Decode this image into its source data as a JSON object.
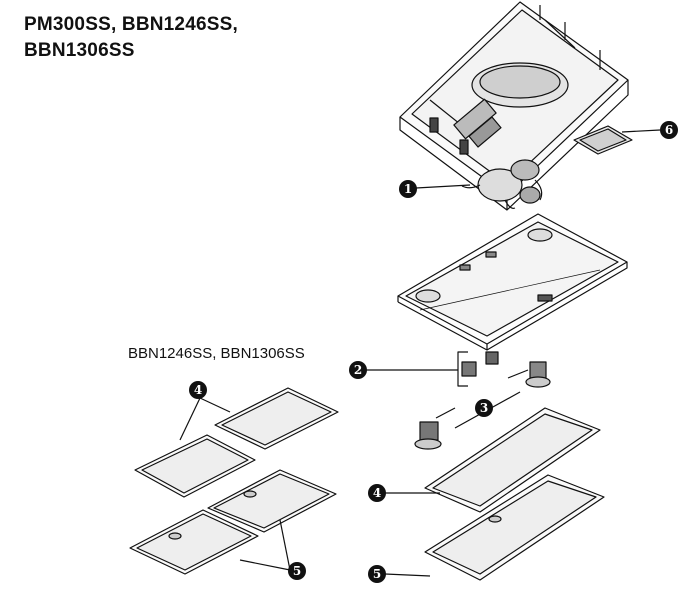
{
  "title": {
    "line1": "PM300SS, BBN1246SS,",
    "line2": "BBN1306SS"
  },
  "sub_label": "BBN1246SS, BBN1306SS",
  "callouts": {
    "c1": "1",
    "c2": "2",
    "c3": "3",
    "c4_right": "4",
    "c5_right": "5",
    "c6": "6",
    "c4_left": "4",
    "c5_left": "5"
  }
}
